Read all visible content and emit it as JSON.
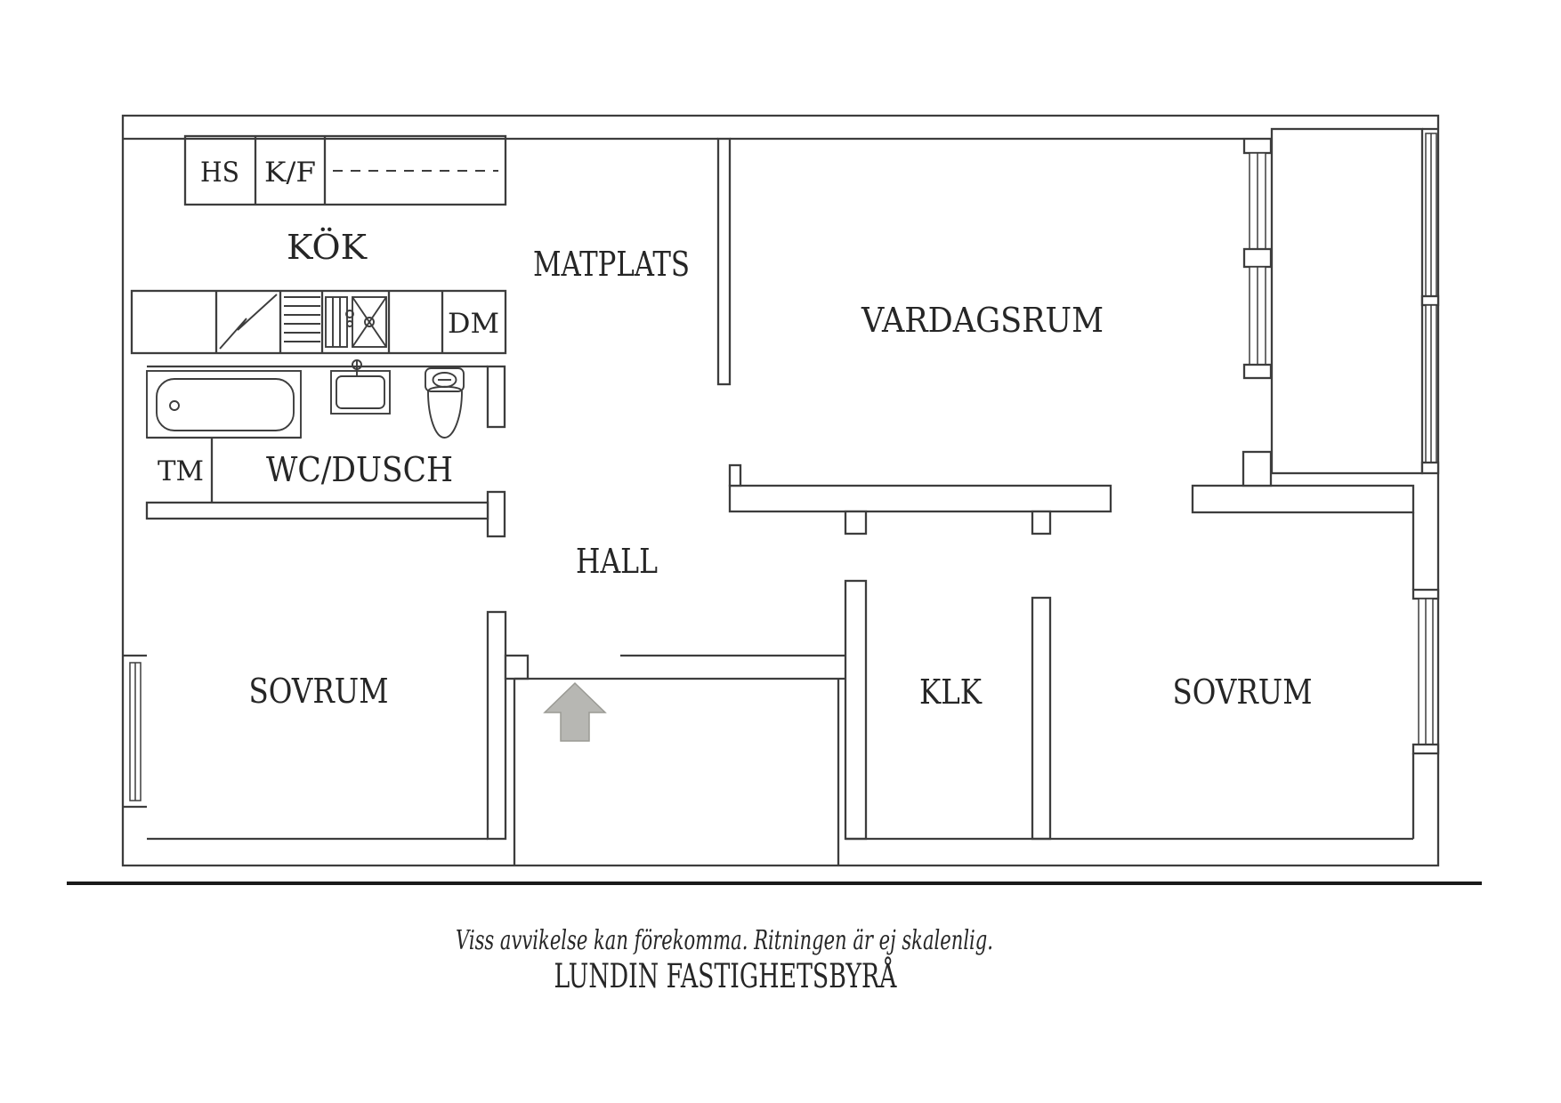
{
  "colors": {
    "background": "#ffffff",
    "wall_line": "#3d3d3d",
    "label_text": "#262626",
    "arrow_fill": "#b7b7b3",
    "arrow_stroke": "#9a9a94",
    "divider_line": "#1a1a1a"
  },
  "plan": {
    "room_labels": {
      "kok": "KÖK",
      "matplats": "MATPLATS",
      "vardagsrum": "VARDAGSRUM",
      "wc_dusch": "WC/DUSCH",
      "hall": "HALL",
      "sovrum_left": "SOVRUM",
      "klk": "KLK",
      "sovrum_right": "SOVRUM"
    },
    "unit_labels": {
      "hs": "HS",
      "kf": "K/F",
      "dm": "DM",
      "tm": "TM"
    },
    "fixture_icons": [
      "bathtub-icon",
      "washbasin-icon",
      "toilet-icon",
      "stove-icon",
      "drawer-unit-icon",
      "kitchen-sink-icon",
      "window-icon",
      "entrance-arrow-icon"
    ]
  },
  "footer": {
    "disclaimer": "Viss avvikelse kan förekomma. Ritningen är ej skalenlig.",
    "brand": "LUNDIN FASTIGHETSBYRÅ"
  }
}
